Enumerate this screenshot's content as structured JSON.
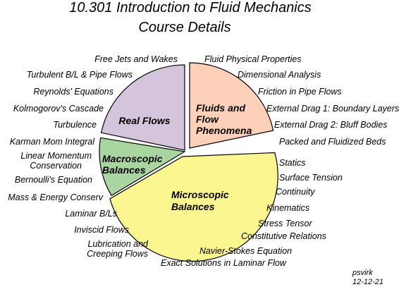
{
  "title": {
    "line1": "10.301 Introduction to Fluid Mechanics",
    "line2": "Course Details"
  },
  "segments": {
    "real_flows": {
      "label": "Real Flows",
      "color": "#d4c4dc",
      "topics": [
        "Free Jets and Wakes",
        "Turbulent B/L & Pipe Flows",
        "Reynolds' Equations",
        "Kolmogorov's Cascade",
        "Turbulence"
      ]
    },
    "fluids_flow": {
      "label_lines": [
        "Fluids and",
        "Flow",
        "Phenomena"
      ],
      "color": "#fdd1b9",
      "topics": [
        "Fluid Physical Properties",
        "Dimensional Analysis",
        "Friction in Pipe Flows",
        "External Drag 1: Boundary Layers",
        "External Drag 2: Bluff Bodies",
        "Packed and Fluidized Beds"
      ]
    },
    "macroscopic": {
      "label_lines": [
        "Macroscopic",
        "Balances"
      ],
      "color": "#a9d6a0",
      "topics": [
        "Karman Mom Integral",
        "Linear Momentum",
        "Conservation",
        "Bernoulli's Equation",
        "Mass & Energy Conserv"
      ]
    },
    "microscopic": {
      "label_lines": [
        "Microscopic",
        "Balances"
      ],
      "color": "#fbf68f",
      "topics_right": [
        "Statics",
        "Surface Tension",
        "Continuity",
        "Kinematics",
        "Stress Tensor",
        "Constitutive Relations",
        "Navier-Stokes Equation",
        "Exact Solutions in Laminar Flow"
      ],
      "topics_left": [
        "Laminar B/Ls",
        "Inviscid Flows",
        "Lubrication and",
        "Creeping Flows"
      ]
    }
  },
  "signature": {
    "name": "psvirk",
    "date": "12-12-21"
  }
}
